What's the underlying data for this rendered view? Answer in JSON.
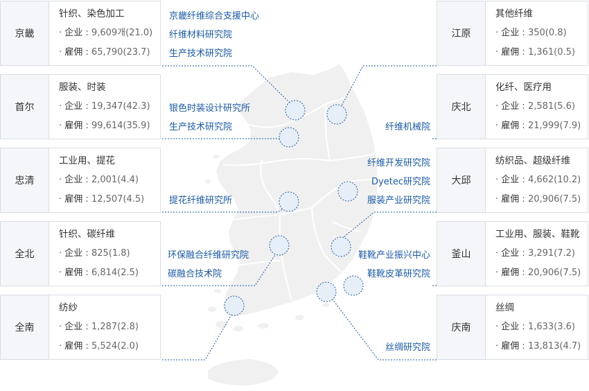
{
  "labels": {
    "firms": "企业",
    "employment": "雇佣"
  },
  "regions": [
    {
      "key": "gyeonggi",
      "name": "京畿",
      "industry": "针织、染色加工",
      "firms": "9,609개(21.0)",
      "employment": "65,790(23.7)"
    },
    {
      "key": "seoul",
      "name": "首尔",
      "industry": "服装、时装",
      "firms": "19,347(42.3)",
      "employment": "99,614(35.9)"
    },
    {
      "key": "chungcheong",
      "name": "忠清",
      "industry": "工业用、提花",
      "firms": "2,001(4.4)",
      "employment": "12,507(4.5)"
    },
    {
      "key": "jeonbuk",
      "name": "全北",
      "industry": "针织、碳纤维",
      "firms": "825(1.8)",
      "employment": "6,814(2.5)"
    },
    {
      "key": "jeonnam",
      "name": "全南",
      "industry": "纺纱",
      "firms": "1,287(2.8)",
      "employment": "5,524(2.0)"
    },
    {
      "key": "gangwon",
      "name": "江原",
      "industry": "其他纤维",
      "firms": "350(0.8)",
      "employment": "1,361(0.5)"
    },
    {
      "key": "gyeongbuk",
      "name": "庆北",
      "industry": "化纤、医疗用",
      "firms": "2,581(5.6)",
      "employment": "21,999(7.9)"
    },
    {
      "key": "daegu",
      "name": "大邱",
      "industry": "纺织品、超级纤维",
      "firms": "4,662(10.2)",
      "employment": "20,906(7.5)"
    },
    {
      "key": "busan",
      "name": "釜山",
      "industry": "工业用、服装、鞋靴",
      "firms": "3,291(7.2)",
      "employment": "20,906(7.5)"
    },
    {
      "key": "gyeongnam",
      "name": "庆南",
      "industry": "丝绸",
      "firms": "1,633(3.6)",
      "employment": "13,813(4.7)"
    }
  ],
  "institutes": {
    "gyeonggi": [
      "京畿纤维综合支援中心",
      "纤维材料研究院",
      "生产技术研究院"
    ],
    "seoul": [
      "银色时装设计研究所",
      "生产技术研究院"
    ],
    "chungcheong": [
      "提花纤维研究所"
    ],
    "jeonbuk": [
      "环保融合纤维研究院",
      "碳融合技术院"
    ],
    "gangwon": [
      "纤维机械院"
    ],
    "daegu": [
      "纤维开发研究院",
      "Dyetec研究院",
      "服装产业研究院"
    ],
    "busan": [
      "鞋靴产业振兴中心",
      "鞋靴皮革研究院"
    ],
    "gyeongnam": [
      "丝绸研究院"
    ]
  },
  "colors": {
    "accent": "#1a5aa8",
    "map_fill": "#f0f0f0",
    "map_stroke": "#ffffff",
    "marker_fill": "#e6eef8",
    "border": "#d8dde3"
  }
}
